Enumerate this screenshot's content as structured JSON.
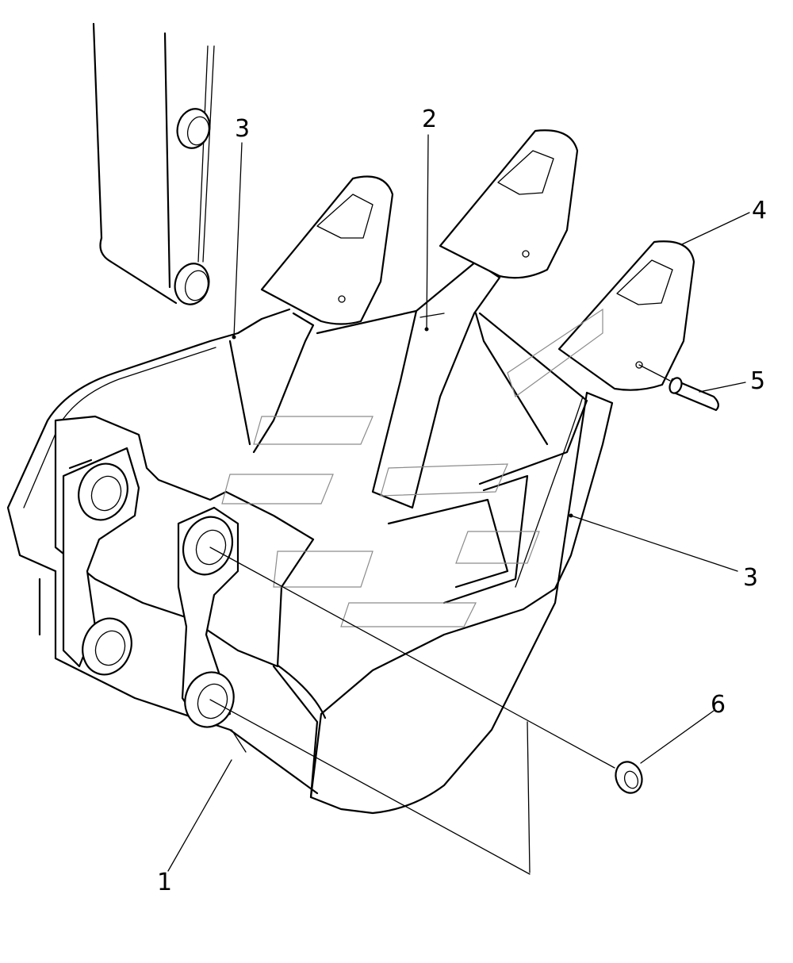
{
  "callouts": [
    {
      "id": "label-1",
      "text": "1"
    },
    {
      "id": "label-2",
      "text": "2"
    },
    {
      "id": "label-3a",
      "text": "3"
    },
    {
      "id": "label-3b",
      "text": "3"
    },
    {
      "id": "label-4",
      "text": "4"
    },
    {
      "id": "label-5",
      "text": "5"
    },
    {
      "id": "label-6",
      "text": "6"
    }
  ],
  "colors": {
    "line": "#000000",
    "background": "#ffffff",
    "watermark": "#8c8c8c"
  }
}
